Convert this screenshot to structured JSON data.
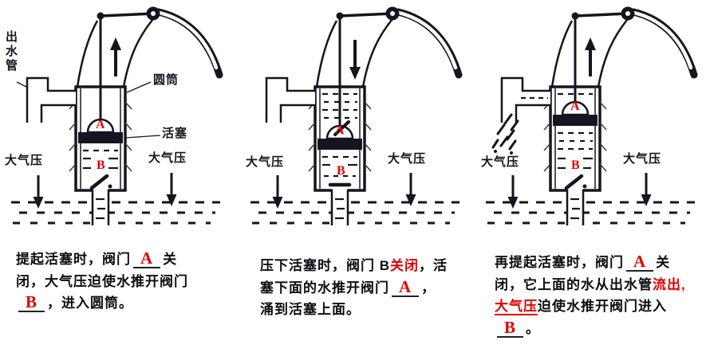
{
  "panels": [
    {
      "name": "lift-piston-first-stroke",
      "flow_arrow": "up",
      "labels": {
        "outlet_pipe": "出水管",
        "cylinder": "圆筒",
        "piston": "活塞",
        "valve_a": "A",
        "valve_b": "B",
        "pressure_left": "大气压",
        "pressure_right": "大气压"
      },
      "caption": [
        {
          "t": "提起活塞时，阀门",
          "s": "normal"
        },
        {
          "t": "A",
          "s": "blank"
        },
        {
          "t": "关闭，大气压迫使水推开阀门",
          "s": "normal"
        },
        {
          "t": "B",
          "s": "blank"
        },
        {
          "t": "，进入圆筒。",
          "s": "normal"
        }
      ]
    },
    {
      "name": "press-piston-down",
      "flow_arrow": "down",
      "labels": {
        "valve_a": "A",
        "valve_b": "B",
        "pressure_left": "大气压",
        "pressure_right": "大气压"
      },
      "caption": [
        {
          "t": "压下活塞时，阀门 B",
          "s": "normal"
        },
        {
          "t": "关闭",
          "s": "red"
        },
        {
          "t": "，活塞下面的水推开阀门",
          "s": "normal"
        },
        {
          "t": "A",
          "s": "blank"
        },
        {
          "t": "，涌到活塞上面。",
          "s": "normal"
        }
      ]
    },
    {
      "name": "lift-piston-again-water-out",
      "flow_arrow": "up",
      "labels": {
        "valve_a": "A",
        "valve_b": "B",
        "pressure_left": "大气压",
        "pressure_right": "大气压"
      },
      "caption": [
        {
          "t": "再提起活塞时，阀门",
          "s": "normal"
        },
        {
          "t": "A",
          "s": "blank"
        },
        {
          "t": "关闭，它上面的水从出水管",
          "s": "normal"
        },
        {
          "t": "流出,",
          "s": "red"
        },
        {
          "t": "大气压",
          "s": "red-underline"
        },
        {
          "t": "迫使水推开阀门进入",
          "s": "normal"
        },
        {
          "t": "B",
          "s": "blank"
        },
        {
          "t": "。",
          "s": "normal"
        }
      ]
    }
  ],
  "colors": {
    "ink": "#15151f",
    "red": "#e00000",
    "background": "#ffffff"
  }
}
